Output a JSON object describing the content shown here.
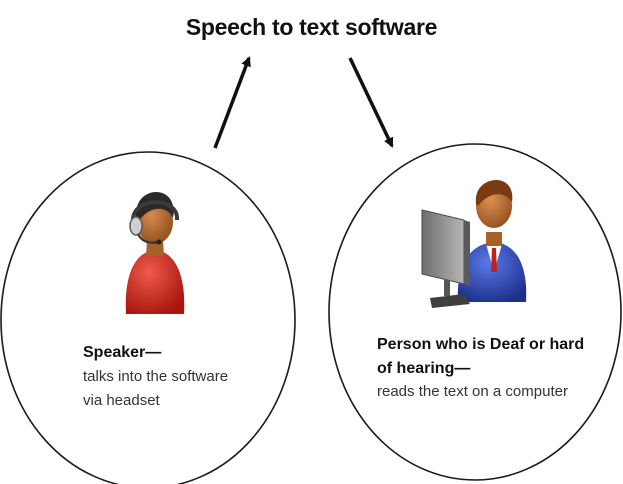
{
  "title": "Speech to text software",
  "speaker": {
    "heading": "Speaker—",
    "line1": "talks into the software",
    "line2": "via headset",
    "icon": "headset-speaker-icon"
  },
  "listener": {
    "heading_line1": "Person who is Deaf or hard",
    "heading_line2": "of hearing—",
    "line1": "reads the text on a computer",
    "icon": "person-at-computer-icon"
  },
  "colors": {
    "outline": "#111111",
    "speaker_shirt": "#d9261c",
    "listener_suit": "#2a47b8",
    "skin": "#b2652a",
    "monitor": "#8a8a8a"
  }
}
